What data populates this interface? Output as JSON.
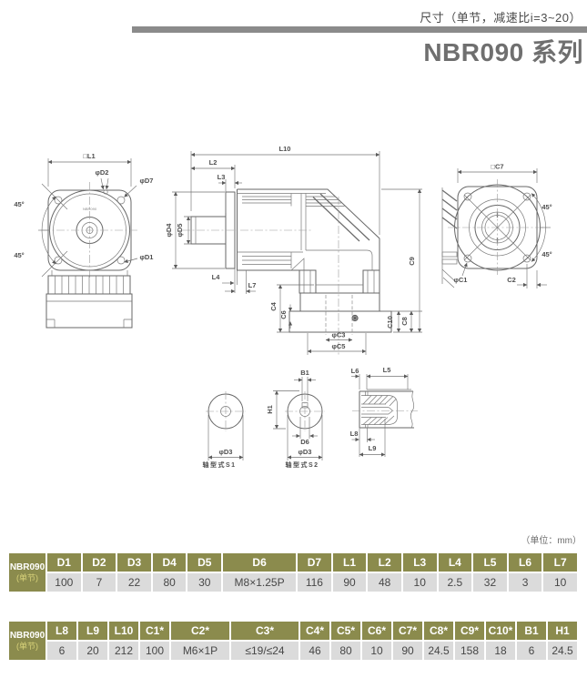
{
  "header": {
    "subtitle": "尺寸（单节，减速比i=3~20）",
    "title": "NBR090 系列"
  },
  "unit_note": "（单位：mm）",
  "drawing": {
    "hub_text": "NBR090",
    "captions": {
      "s1": "轴型式S1",
      "s2": "轴型式S2"
    },
    "labels": {
      "l1": "□L1",
      "d2": "φD2",
      "d7": "φD7",
      "d1": "φD1",
      "a45": "45°",
      "l10": "L10",
      "l2": "L2",
      "l3": "L3",
      "d4": "φD4",
      "d5": "φD5",
      "l4": "L4",
      "l7": "L7",
      "c4": "C4",
      "c6": "C6",
      "c3": "φC3",
      "c5": "φC5",
      "c10": "C10",
      "c8": "C8",
      "c9": "C9",
      "c7": "□C7",
      "c1": "φC1",
      "c2": "C2",
      "b1": "B1",
      "h1": "H1",
      "d6": "D6",
      "d3": "φD3",
      "l6": "L6",
      "l5": "L5",
      "l8": "L8",
      "l9": "L9"
    }
  },
  "tables": [
    {
      "row_label_top": "NBR090",
      "row_label_sub": "(单节)",
      "headers": [
        "D1",
        "D2",
        "D3",
        "D4",
        "D5",
        "D6",
        "D7",
        "L1",
        "L2",
        "L3",
        "L4",
        "L5",
        "L6",
        "L7"
      ],
      "values": [
        "100",
        "7",
        "22",
        "80",
        "30",
        "M8×1.25P",
        "116",
        "90",
        "48",
        "10",
        "2.5",
        "32",
        "3",
        "10"
      ]
    },
    {
      "row_label_top": "NBR090",
      "row_label_sub": "(单节)",
      "headers": [
        "L8",
        "L9",
        "L10",
        "C1*",
        "C2*",
        "C3*",
        "C4*",
        "C5*",
        "C6*",
        "C7*",
        "C8*",
        "C9*",
        "C10*",
        "B1",
        "H1"
      ],
      "values": [
        "6",
        "20",
        "212",
        "100",
        "M6×1P",
        "≤19/≤24",
        "46",
        "80",
        "10",
        "90",
        "24.5",
        "158",
        "18",
        "6",
        "24.5"
      ]
    }
  ]
}
